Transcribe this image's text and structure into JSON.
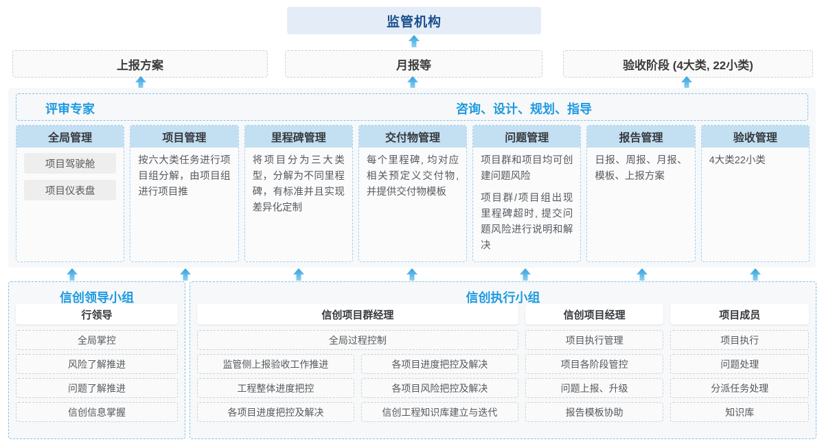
{
  "top": {
    "regulator_label": "监管机构"
  },
  "deliverables": [
    {
      "label": "上报方案"
    },
    {
      "label": "月报等"
    },
    {
      "label": "验收阶段 (4大类, 22小类)"
    }
  ],
  "platform": {
    "roles": [
      {
        "label": "评审专家"
      },
      {
        "label": "咨询、设计、规划、指导"
      }
    ],
    "cards": [
      {
        "title": "全局管理",
        "paragraphs": [],
        "pills": [
          "项目驾驶舱",
          "项目仪表盘"
        ]
      },
      {
        "title": "项目管理",
        "paragraphs": [
          "按六大类任务进行项目组分解，由项目组进行项目推"
        ],
        "pills": []
      },
      {
        "title": "里程碑管理",
        "paragraphs": [
          "将项目分为三大类型，分解为不同里程碑，有标准并且实现差异化定制"
        ],
        "pills": []
      },
      {
        "title": "交付物管理",
        "paragraphs": [
          "每个里程碑, 均对应相关预定义交付物, 并提供交付物模板"
        ],
        "pills": []
      },
      {
        "title": "问题管理",
        "paragraphs": [
          "项目群和项目均可创建问题风险",
          "项目群/项目组出现里程碑超时, 提交问题风险进行说明和解决"
        ],
        "pills": []
      },
      {
        "title": "报告管理",
        "paragraphs": [
          "日报、周报、月报、模板、上报方案"
        ],
        "pills": []
      },
      {
        "title": "验收管理",
        "paragraphs": [
          "4大类22小类"
        ],
        "pills": []
      }
    ]
  },
  "teams": {
    "leader": {
      "title": "信创领导小组",
      "head": "行领导",
      "items": [
        "全局掌控",
        "风险了解推进",
        "问题了解推进",
        "信创信息掌握"
      ]
    },
    "exec": {
      "title": "信创执行小组",
      "program_manager": {
        "head": "信创项目群经理",
        "full_item": "全局过程控制",
        "left_items": [
          "监管侧上报验收工作推进",
          "工程整体进度把控",
          "各项目进度把控及解决"
        ],
        "right_items": [
          "各项目进度把控及解决",
          "各项目风险把控及解决",
          "信创工程知识库建立与迭代"
        ]
      },
      "project_manager": {
        "head": "信创项目经理",
        "items": [
          "项目执行管理",
          "项目各阶段管控",
          "问题上报、升级",
          "报告模板协助"
        ]
      },
      "member": {
        "head": "项目成员",
        "items": [
          "项目执行",
          "问题处理",
          "分派任务处理",
          "知识库"
        ]
      }
    }
  },
  "colors": {
    "accent_blue": "#1e9ae0",
    "title_navy": "#1b4f8f",
    "card_header": "#c3dff2",
    "panel_bg": "#f7f8fa",
    "arrow": "#4eb3e8"
  },
  "arrows": {
    "to_regulator": [
      600
    ],
    "to_deliverables": [
      205,
      601,
      1000
    ],
    "to_cards": [
      53,
      216,
      379,
      542,
      704,
      867,
      1030
    ]
  }
}
